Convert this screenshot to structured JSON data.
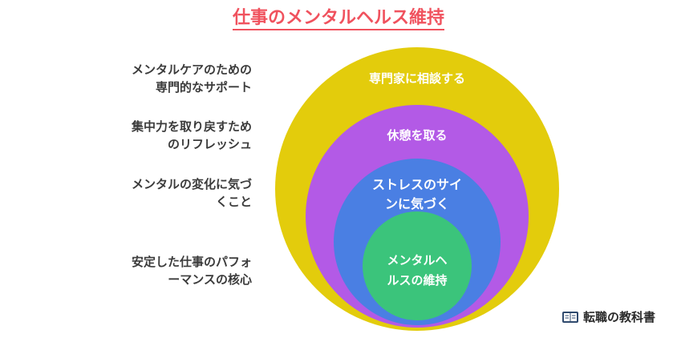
{
  "title": "仕事のメンタルヘルス維持",
  "layers": [
    {
      "label": "専門家に相談する",
      "color": "#e3cc0c"
    },
    {
      "label": "休憩を取る",
      "color": "#b35ae6"
    },
    {
      "label_lines": [
        "ストレスのサイ",
        "ンに気づく"
      ],
      "color": "#4a7fe3"
    },
    {
      "label_lines": [
        "メンタルヘ",
        "ルスの維持"
      ],
      "color": "#3bc47b"
    }
  ],
  "descriptions": [
    {
      "lines": [
        "メンタルケアのための",
        "専門的なサポート"
      ]
    },
    {
      "lines": [
        "集中力を取り戻すため",
        "のリフレッシュ"
      ]
    },
    {
      "lines": [
        "メンタルの変化に気づ",
        "くこと"
      ]
    },
    {
      "lines": [
        "安定した仕事のパフォ",
        "ーマンスの核心"
      ]
    }
  ],
  "brand": {
    "name": "転職の教科書",
    "icon": "book-icon"
  }
}
